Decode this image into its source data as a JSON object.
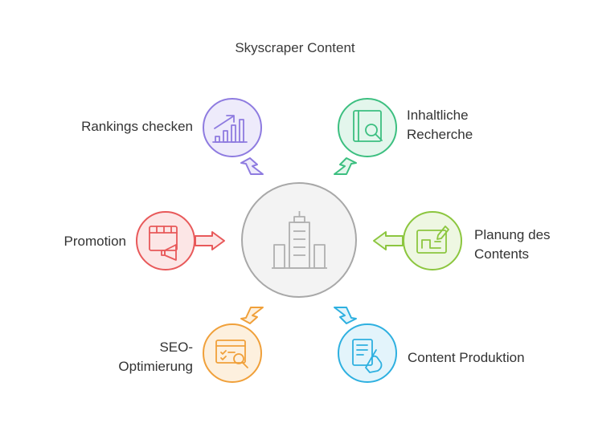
{
  "title": "Skyscraper Content",
  "center": {
    "icon": "building-icon"
  },
  "items": [
    {
      "id": "rankings",
      "lines": [
        "Rankings checken"
      ],
      "color": "#8e7be0",
      "fill": "#eeebfb",
      "icon": "bar-chart-icon"
    },
    {
      "id": "recherche",
      "lines": [
        "Inhaltliche",
        "Recherche"
      ],
      "color": "#3cbf80",
      "fill": "#e3f6ec",
      "icon": "book-search-icon"
    },
    {
      "id": "planung",
      "lines": [
        "Planung des",
        "Contents"
      ],
      "color": "#8cc63f",
      "fill": "#eef7e2",
      "icon": "blueprint-icon"
    },
    {
      "id": "produktion",
      "lines": [
        "Content Produktion"
      ],
      "color": "#2eb0e0",
      "fill": "#e3f4fb",
      "icon": "writing-hand-icon"
    },
    {
      "id": "seo",
      "lines": [
        "SEO-",
        "Optimierung"
      ],
      "color": "#f0a03a",
      "fill": "#fdf0de",
      "icon": "search-document-icon"
    },
    {
      "id": "promotion",
      "lines": [
        "Promotion"
      ],
      "color": "#e8595a",
      "fill": "#fce6e6",
      "icon": "calendar-megaphone-icon"
    }
  ]
}
